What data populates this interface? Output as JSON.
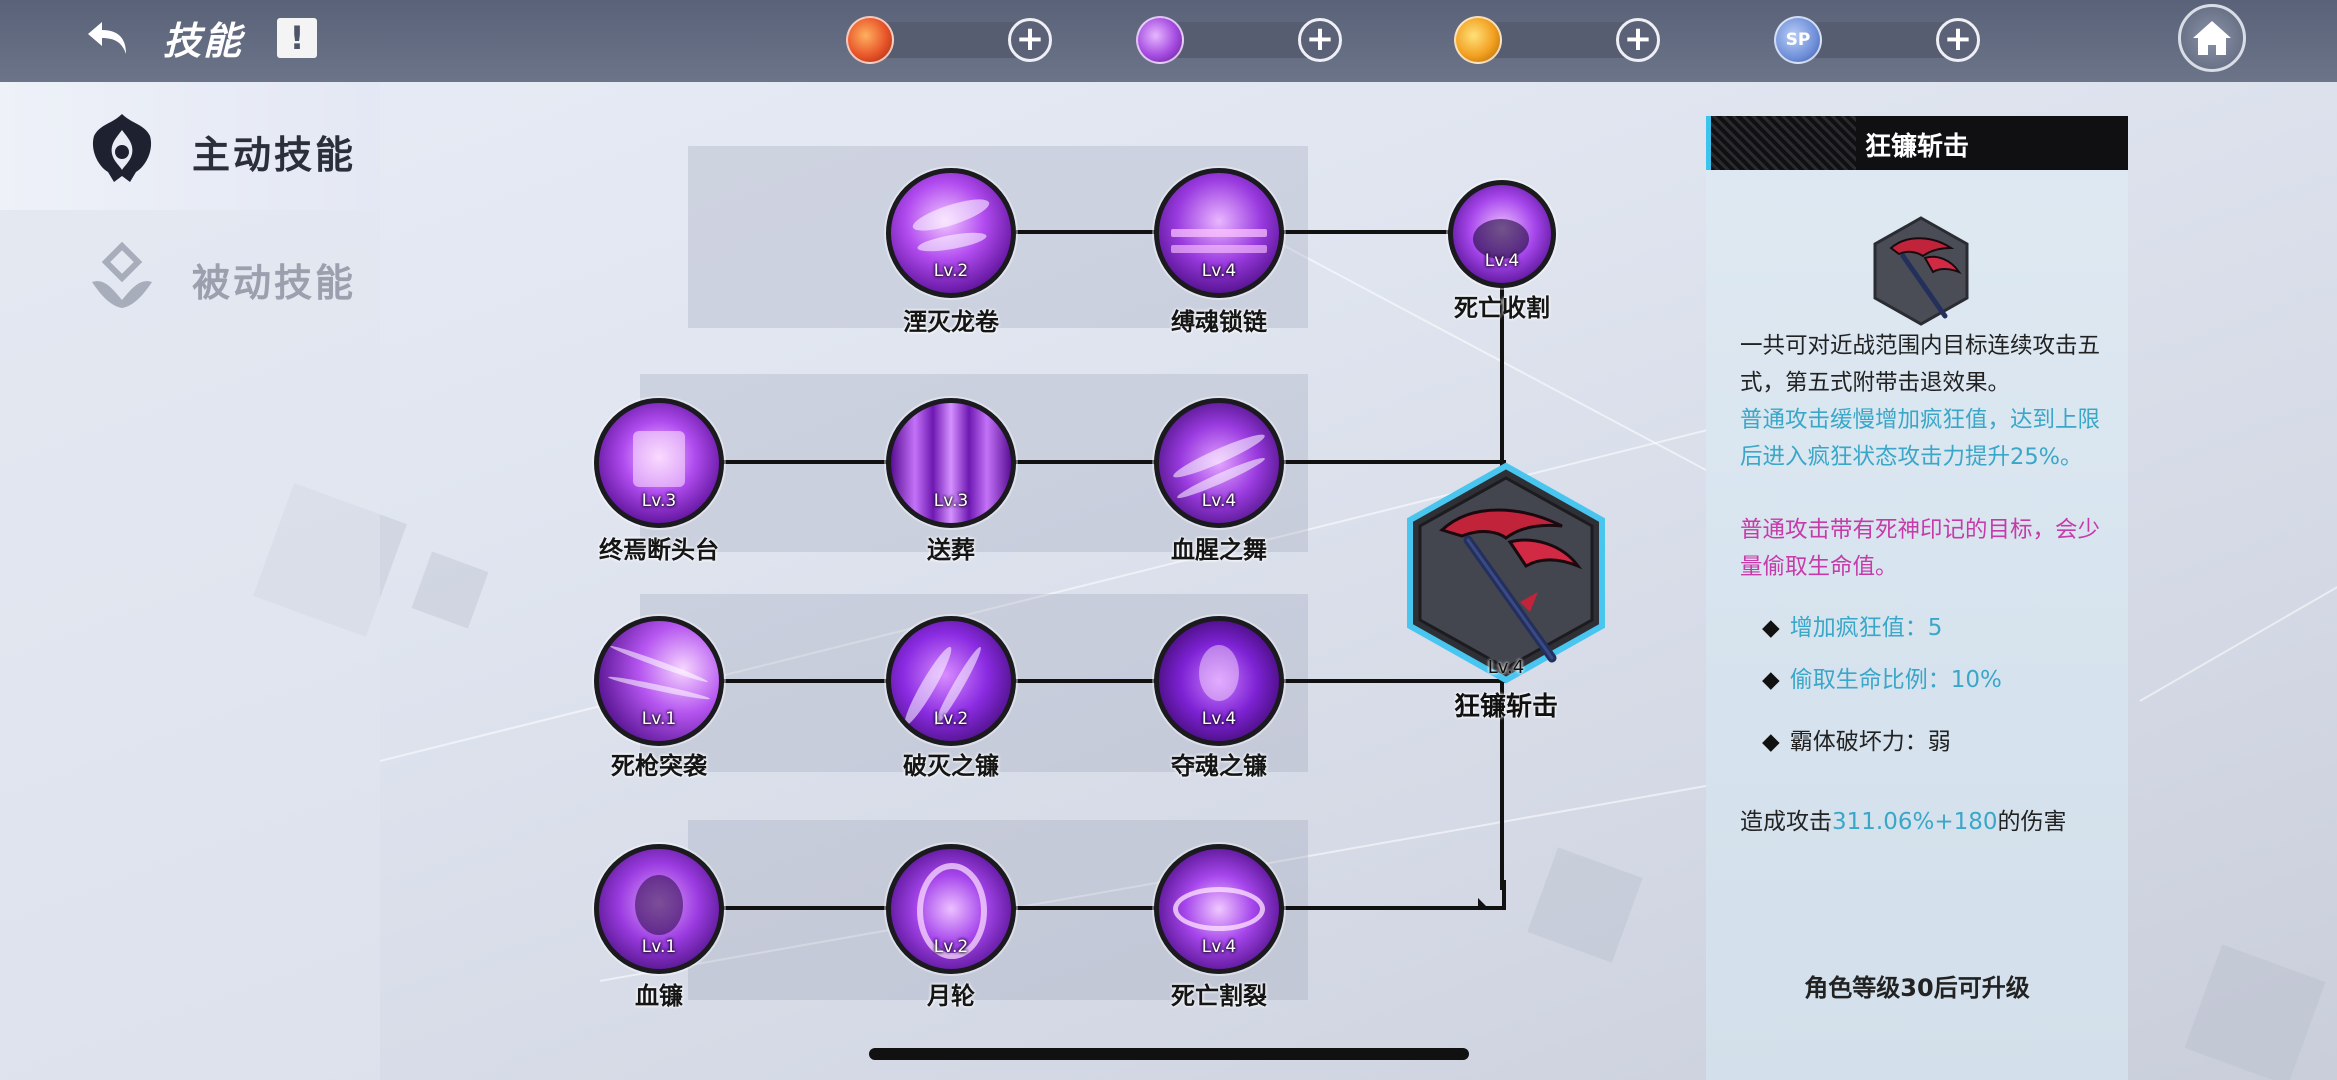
{
  "header": {
    "title": "技能",
    "info_label": "!",
    "resources": [
      {
        "name": "fire-gem",
        "value": "",
        "color": "#e8552a"
      },
      {
        "name": "purple-gem",
        "value": "",
        "color": "#a54be0"
      },
      {
        "name": "gold-coin",
        "value": "",
        "color": "#f2a020"
      },
      {
        "name": "sp-point",
        "value": "",
        "color": "#6f8fd8",
        "icon_text": "SP"
      }
    ],
    "plus_label": "+"
  },
  "sidebar": {
    "tabs": [
      {
        "label": "主动技能",
        "active": true
      },
      {
        "label": "被动技能",
        "active": false
      }
    ]
  },
  "tree": {
    "skills": [
      {
        "name": "湮灭龙卷",
        "level": "Lv.2"
      },
      {
        "name": "缚魂锁链",
        "level": "Lv.4"
      },
      {
        "name": "死亡收割",
        "level": "Lv.4"
      },
      {
        "name": "终焉断头台",
        "level": "Lv.3"
      },
      {
        "name": "送葬",
        "level": "Lv.3"
      },
      {
        "name": "血腥之舞",
        "level": "Lv.4"
      },
      {
        "name": "死枪突袭",
        "level": "Lv.1"
      },
      {
        "name": "破灭之镰",
        "level": "Lv.2"
      },
      {
        "name": "夺魂之镰",
        "level": "Lv.4"
      },
      {
        "name": "血镰",
        "level": "Lv.1"
      },
      {
        "name": "月轮",
        "level": "Lv.2"
      },
      {
        "name": "死亡割裂",
        "level": "Lv.4"
      }
    ],
    "selected": {
      "name": "狂镰斩击",
      "level": "Lv.4"
    }
  },
  "detail": {
    "title": "狂镰斩击",
    "desc_1": "一共可对近战范围内目标连续攻击五式，第五式附带击退效果。",
    "desc_2": "普通攻击缓慢增加疯狂值，达到上限后进入疯狂状态攻击力提升25%。",
    "desc_3": "普通攻击带有死神印记的目标，会少量偷取生命值。",
    "bullets": [
      {
        "label": "增加疯狂值：5",
        "highlight": true
      },
      {
        "label": "偷取生命比例：10%",
        "highlight": true
      },
      {
        "label": "霸体破坏力：弱",
        "highlight": false
      }
    ],
    "damage_prefix": "造成攻击",
    "damage_value": "311.06%+180",
    "damage_suffix": "的伤害",
    "upgrade_hint": "角色等级30后可升级"
  },
  "colors": {
    "accent_cyan": "#3aa7c9",
    "accent_magenta": "#c63aa9",
    "skill_purple": "#8a2be2"
  }
}
